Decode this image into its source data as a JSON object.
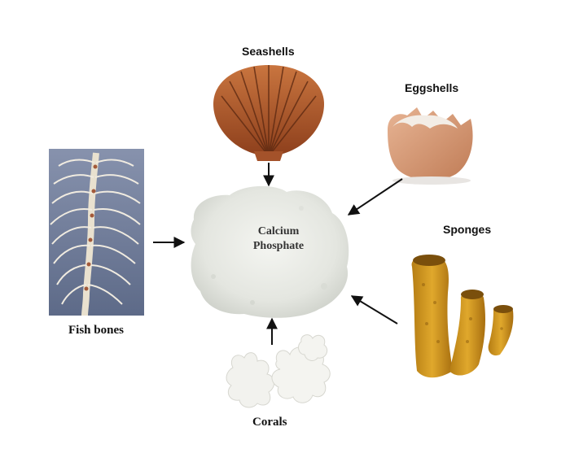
{
  "center": {
    "line1": "Calcium",
    "line2": "Phosphate"
  },
  "sources": {
    "seashells": "Seashells",
    "eggshells": "Eggshells",
    "sponges": "Sponges",
    "fish_bones": "Fish bones",
    "corals": "Corals"
  },
  "colors": {
    "arrow": "#111111",
    "powder": "#e9ebe6",
    "seashell": "#b5582a",
    "eggshell": "#d9a07e",
    "sponge": "#d39a1f",
    "fish_bone_bg": "#7a86a3",
    "coral": "#f3f3f0"
  }
}
